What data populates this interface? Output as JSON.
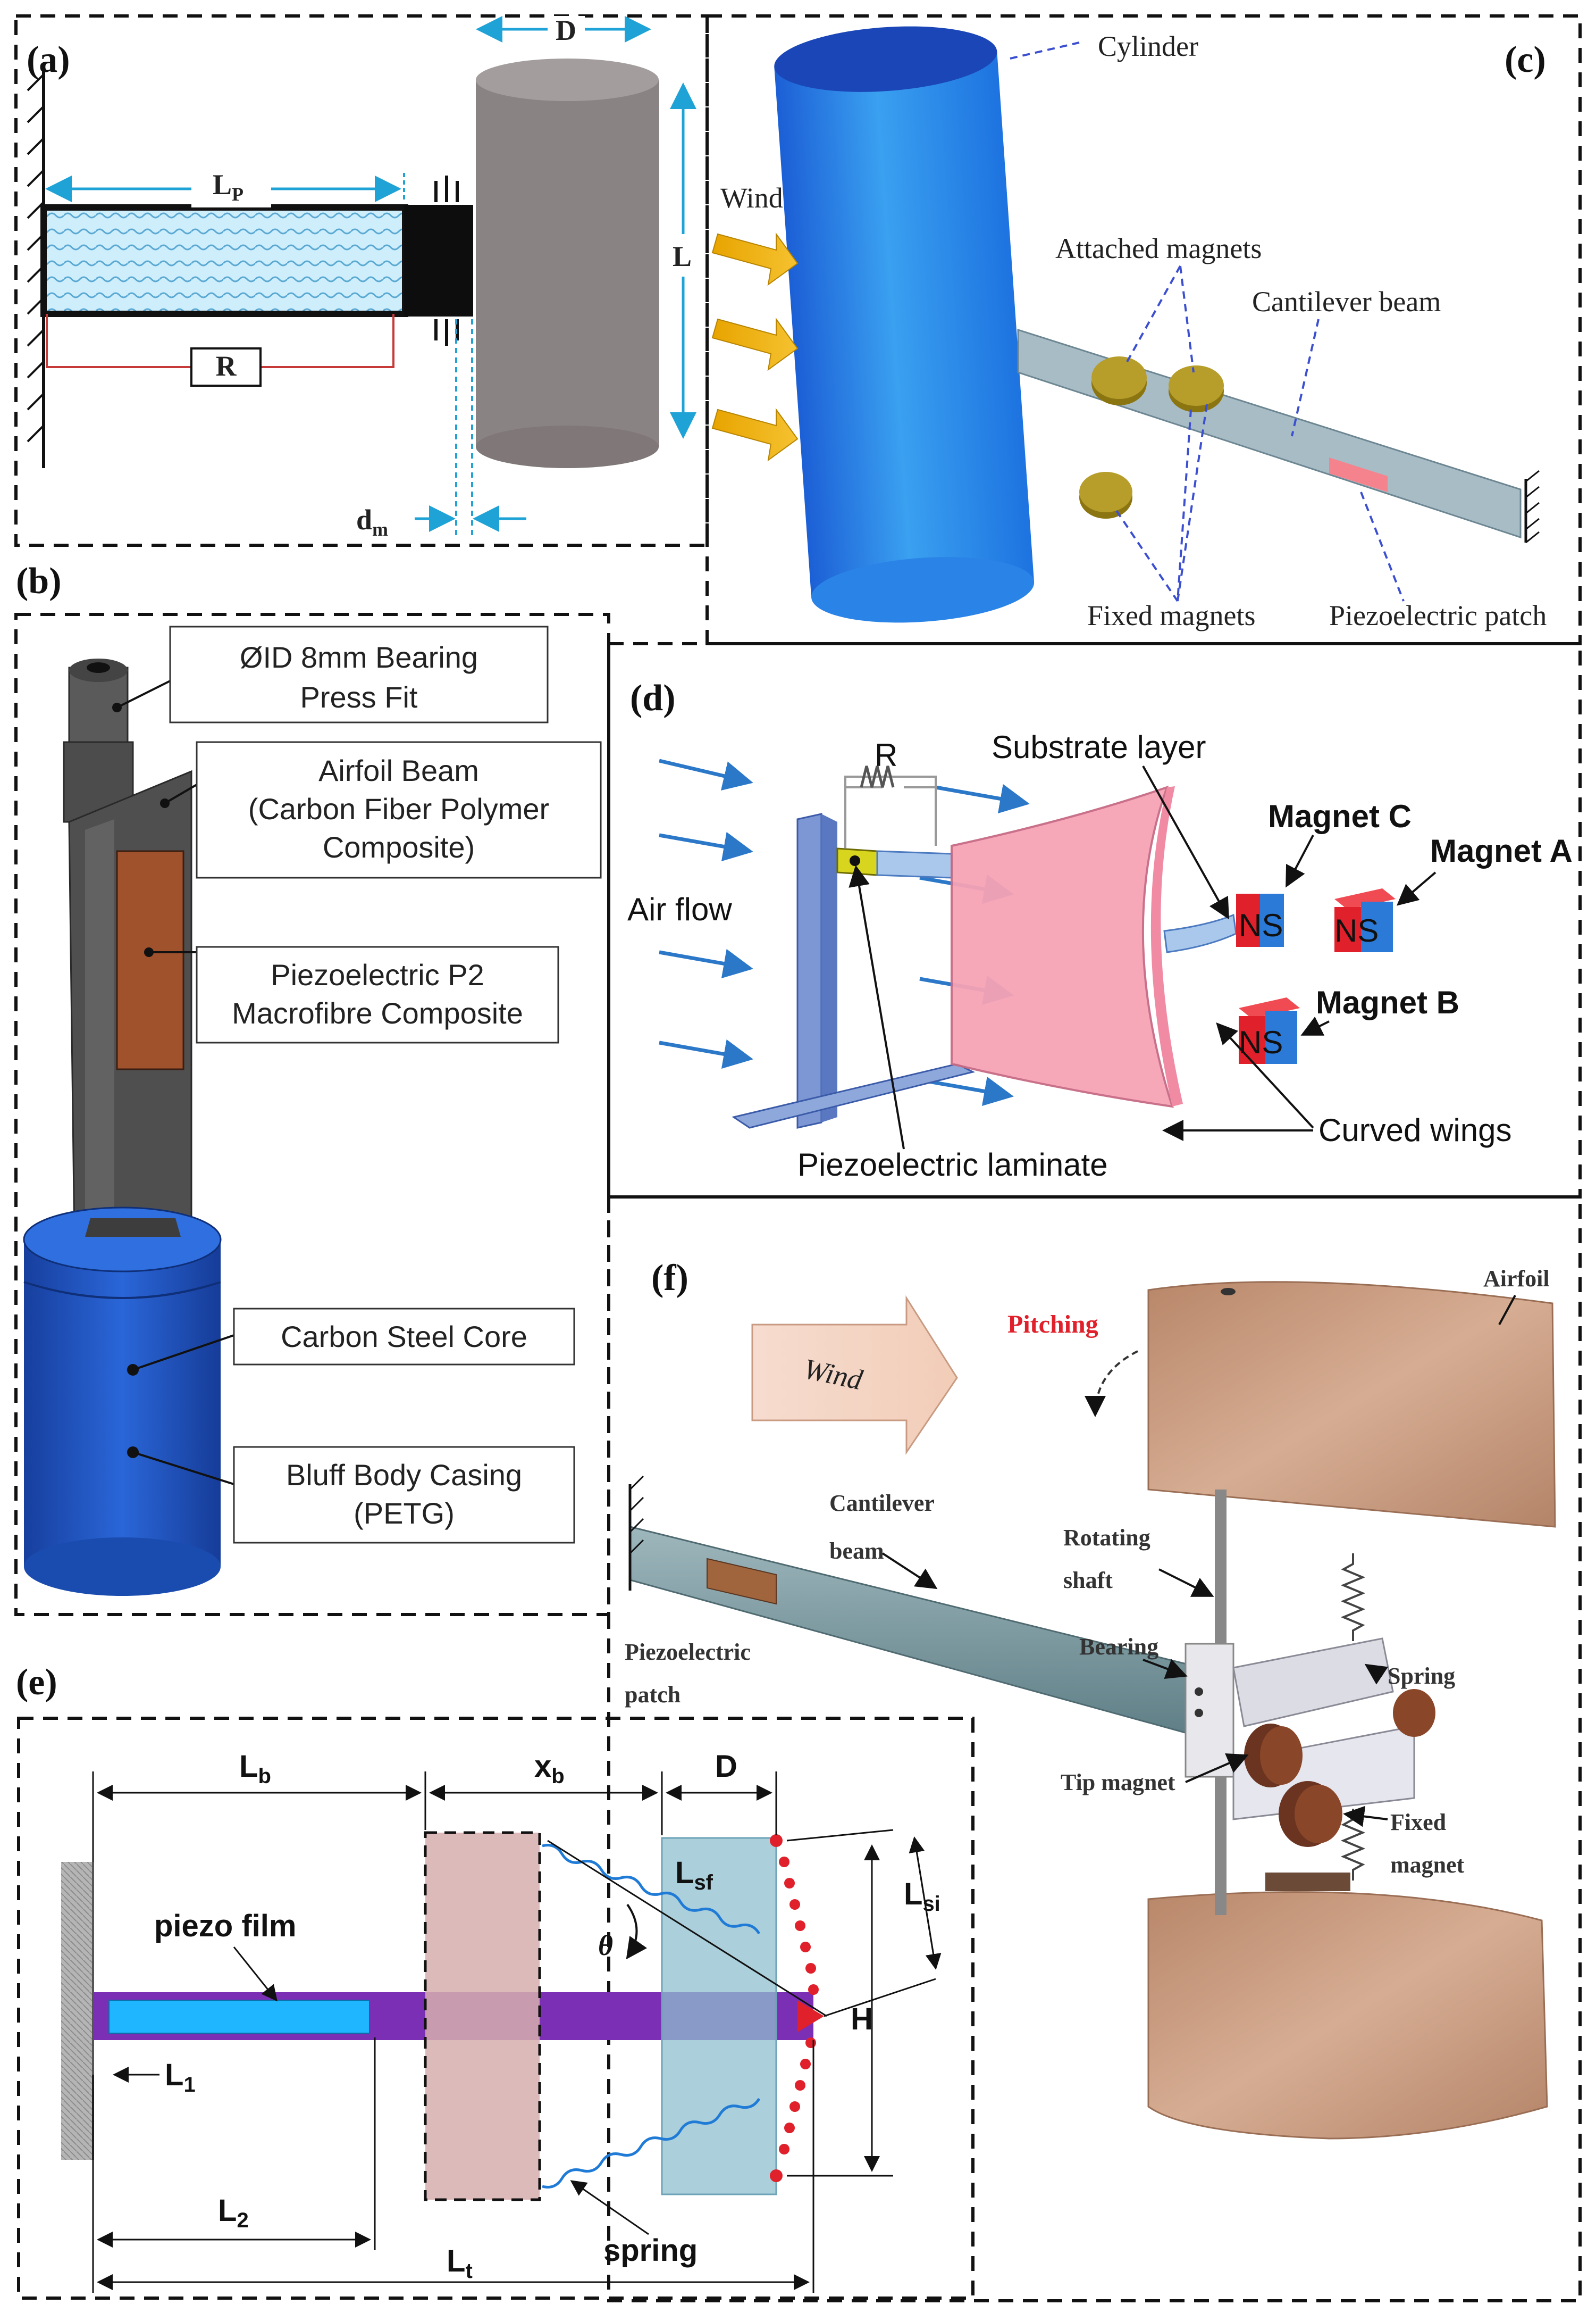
{
  "panels": {
    "a": {
      "letter": "(a)",
      "dim_lp": "L",
      "dim_lp_sub": "P",
      "dim_d": "D",
      "dim_l": "L",
      "dim_dm": "d",
      "dim_dm_sub": "m",
      "resistor": "R"
    },
    "b": {
      "letter": "(b)",
      "labels": [
        "ØID 8mm Bearing",
        "Press Fit",
        "Airfoil Beam",
        "(Carbon Fiber Polymer",
        "Composite)",
        "Piezoelectric P2",
        "Macrofibre Composite",
        "Carbon Steel Core",
        "Bluff Body Casing",
        "(PETG)"
      ]
    },
    "c": {
      "letter": "(c)",
      "cylinder": "Cylinder",
      "wind": "Wind",
      "attached_magnets": "Attached magnets",
      "cantilever_beam": "Cantilever beam",
      "fixed_magnets": "Fixed magnets",
      "piezo_patch": "Piezoelectric patch"
    },
    "d": {
      "letter": "(d)",
      "r": "R",
      "substrate": "Substrate layer",
      "air_flow": "Air flow",
      "magnet_c": "Magnet C",
      "magnet_a": "Magnet A",
      "magnet_b": "Magnet B",
      "ns": "NS",
      "curved_wings": "Curved wings",
      "piezo_laminate": "Piezoelectric laminate"
    },
    "e": {
      "letter": "(e)",
      "lb": "L",
      "lb_sub": "b",
      "xb": "x",
      "xb_sub": "b",
      "d": "D",
      "lsf": "L",
      "lsf_sub": "sf",
      "lsi": "L",
      "lsi_sub": "si",
      "theta": "θ",
      "h": "H",
      "piezo_film": "piezo film",
      "l1": "L",
      "l1_sub": "1",
      "l2": "L",
      "l2_sub": "2",
      "lt": "L",
      "lt_sub": "t",
      "spring": "spring"
    },
    "f": {
      "letter": "(f)",
      "wind": "Wind",
      "pitching": "Pitching",
      "airfoil": "Airfoil",
      "cantilever": "Cantilever",
      "beam": "beam",
      "rotating": "Rotating",
      "shaft": "shaft",
      "piezo": "Piezoelectric",
      "patch": "patch",
      "bearing": "Bearing",
      "spring": "Spring",
      "tip_magnet": "Tip magnet",
      "fixed": "Fixed",
      "magnet": "magnet"
    }
  },
  "colors": {
    "cyan_dim": "#1fa3d6",
    "cylinder_blue": "#2f8fe8",
    "gray_bluff": "#8a8383",
    "bluff_blue": "#1f5fc9",
    "airfoil_tan": "#c9a084",
    "piezo_purple": "#7b2fb5",
    "red_magnet": "#e0202a",
    "leader_blue": "#3b4fd0"
  }
}
